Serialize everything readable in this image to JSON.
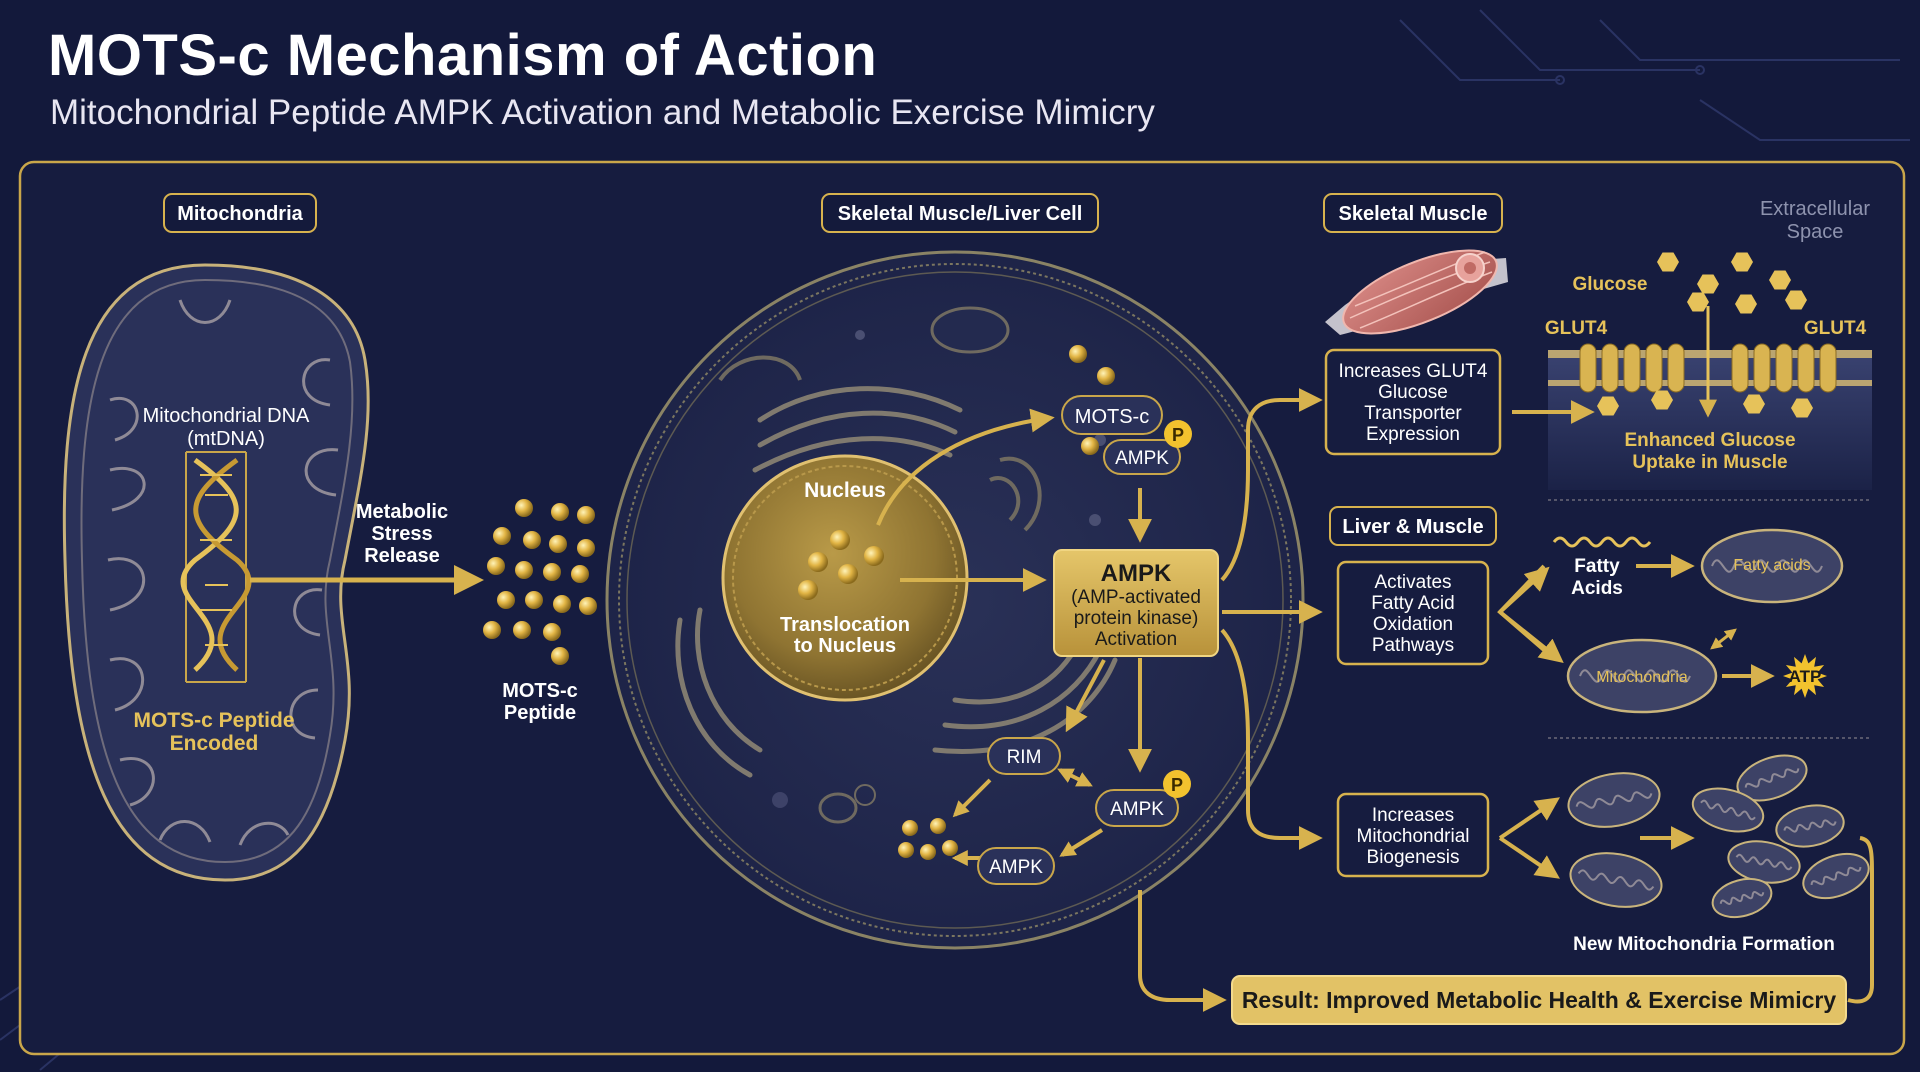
{
  "header": {
    "title": "MOTS-c Mechanism of Action",
    "subtitle": "Mitochondrial Peptide AMPK Activation and Metabolic Exercise Mimicry"
  },
  "colors": {
    "background": "#13193b",
    "panel": "#1a2147",
    "gold": "#d7b24e",
    "gold_light": "#f1d27a",
    "text": "#ffffff"
  },
  "sections": {
    "mitochondria": "Mitochondria",
    "cell": "Skeletal Muscle/Liver Cell",
    "skeletal_muscle": "Skeletal Muscle",
    "liver_muscle": "Liver & Muscle",
    "extracellular": [
      "Extracellular",
      "Space"
    ]
  },
  "mito": {
    "dna_label": [
      "Mitochondrial DNA",
      "(mtDNA)"
    ],
    "encoded_label": [
      "MOTS-c Peptide",
      "Encoded"
    ]
  },
  "release_label": [
    "Metabolic",
    "Stress",
    "Release"
  ],
  "peptide_label": [
    "MOTS-c",
    "Peptide"
  ],
  "cell": {
    "nucleus": "Nucleus",
    "translocation": [
      "Translocation",
      "to Nucleus"
    ],
    "motsc_pill": "MOTS-c",
    "ampk_pill": "AMPK",
    "p_badge": "P",
    "ampk_box": [
      "AMPK",
      "(AMP-activated",
      "protein kinase)",
      "Activation"
    ],
    "rim": "RIM",
    "ampk_p": "AMPK",
    "ampk_low": "AMPK"
  },
  "effects": {
    "glut4": [
      "Increases GLUT4",
      "Glucose",
      "Transporter",
      "Expression"
    ],
    "fatty": [
      "Activates",
      "Fatty Acid",
      "Oxidation",
      "Pathways"
    ],
    "biogenesis": [
      "Increases",
      "Mitochondrial",
      "Biogenesis"
    ]
  },
  "glucose_panel": {
    "glucose": "Glucose",
    "glut4_left": "GLUT4",
    "glut4_right": "GLUT4",
    "uptake": [
      "Enhanced Glucose",
      "Uptake in Muscle"
    ]
  },
  "fatty_panel": {
    "fatty_acids": [
      "Fatty",
      "Acids"
    ],
    "fatty_mito": "Fatty acids",
    "mitochondria": "Mitochondria",
    "atp": "ATP"
  },
  "biogenesis_panel": {
    "new_mito": "New Mitochondria Formation"
  },
  "result": "Result: Improved Metabolic Health & Exercise Mimicry"
}
